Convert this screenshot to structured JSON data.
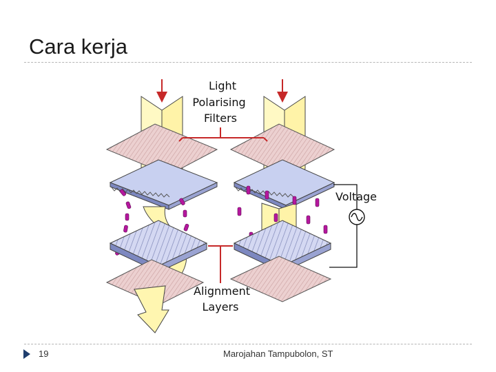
{
  "slide": {
    "title": "Cara kerja",
    "page_number": "19",
    "author": "Marojahan Tampubolon, ST"
  },
  "diagram": {
    "labels": {
      "filters_line1": "Light",
      "filters_line2": "Polarising",
      "filters_line3": "Filters",
      "voltage": "Voltage",
      "alignment_line1": "Alignment",
      "alignment_line2": "Layers"
    },
    "colors": {
      "light_beam": "#fff9c4",
      "filter": "#e8c8c8",
      "glass": "#c8d0f0",
      "molecule": "#b5179e",
      "arrow": "#c62828"
    }
  }
}
